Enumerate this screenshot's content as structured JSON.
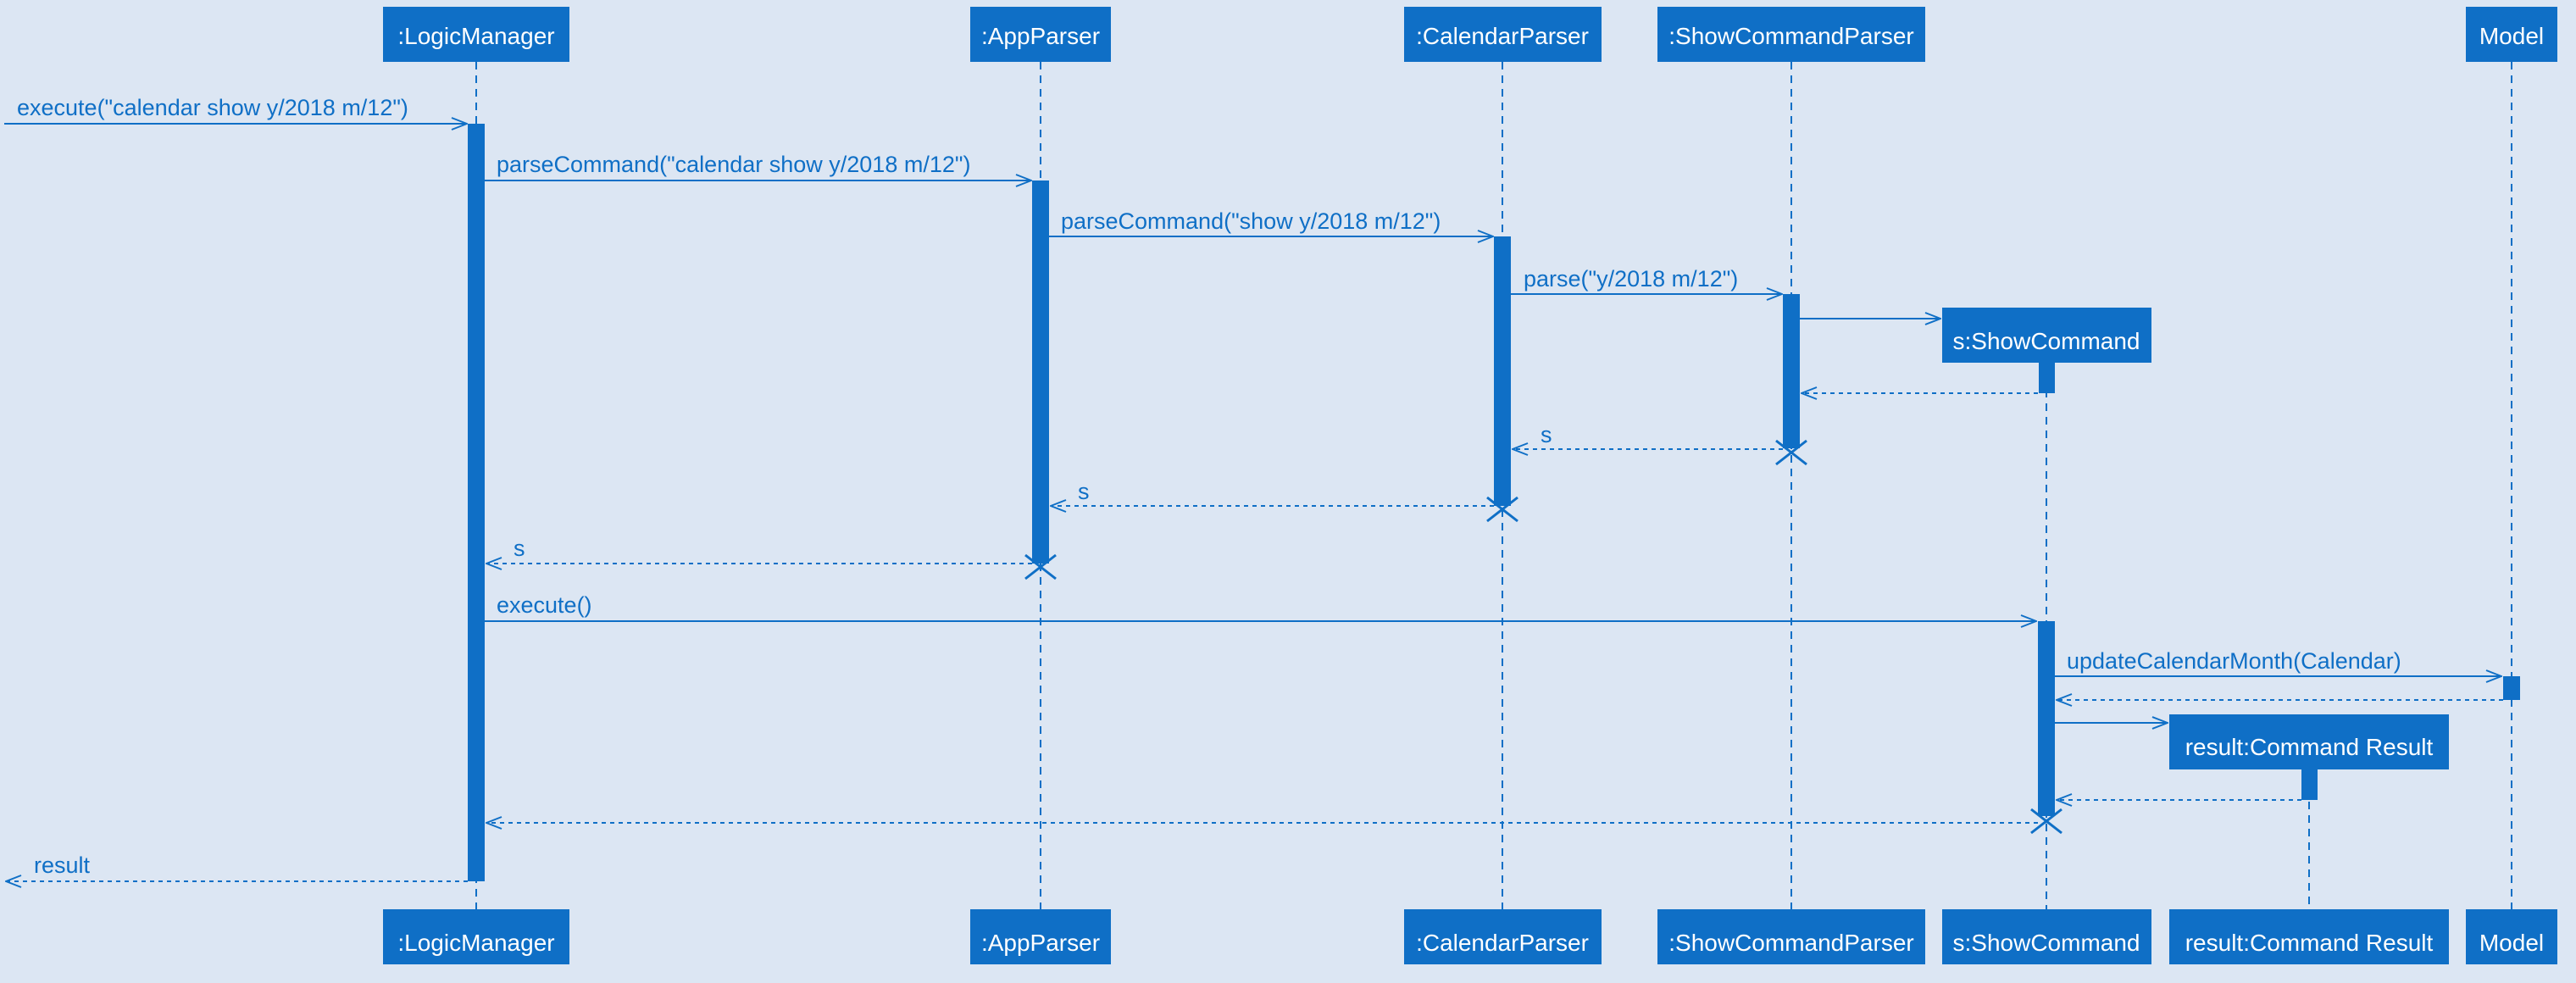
{
  "colors": {
    "background": "#dce6f3",
    "accent": "#0f6fc6",
    "box_text": "#ffffff"
  },
  "participants": [
    {
      "id": "logic",
      "label": ":LogicManager"
    },
    {
      "id": "app",
      "label": ":AppParser"
    },
    {
      "id": "cal",
      "label": ":CalendarParser"
    },
    {
      "id": "scp",
      "label": ":ShowCommandParser"
    },
    {
      "id": "sc",
      "label": "s:ShowCommand"
    },
    {
      "id": "res",
      "label": "result:Command Result"
    },
    {
      "id": "model",
      "label": "Model"
    }
  ],
  "messages": [
    {
      "id": "m1",
      "label": "execute(\"calendar show y/2018 m/12\")"
    },
    {
      "id": "m2",
      "label": "parseCommand(\"calendar show y/2018 m/12\")"
    },
    {
      "id": "m3",
      "label": "parseCommand(\"show y/2018 m/12\")"
    },
    {
      "id": "m4",
      "label": "parse(\"y/2018 m/12\")"
    },
    {
      "id": "m5",
      "label": ""
    },
    {
      "id": "m6",
      "label": ""
    },
    {
      "id": "m7",
      "label": "s"
    },
    {
      "id": "m8",
      "label": "s"
    },
    {
      "id": "m9",
      "label": "s"
    },
    {
      "id": "m10",
      "label": "execute()"
    },
    {
      "id": "m11",
      "label": "updateCalendarMonth(Calendar)"
    },
    {
      "id": "m12",
      "label": ""
    },
    {
      "id": "m13",
      "label": ""
    },
    {
      "id": "m14",
      "label": ""
    },
    {
      "id": "m15",
      "label": ""
    },
    {
      "id": "m16",
      "label": "result"
    }
  ]
}
